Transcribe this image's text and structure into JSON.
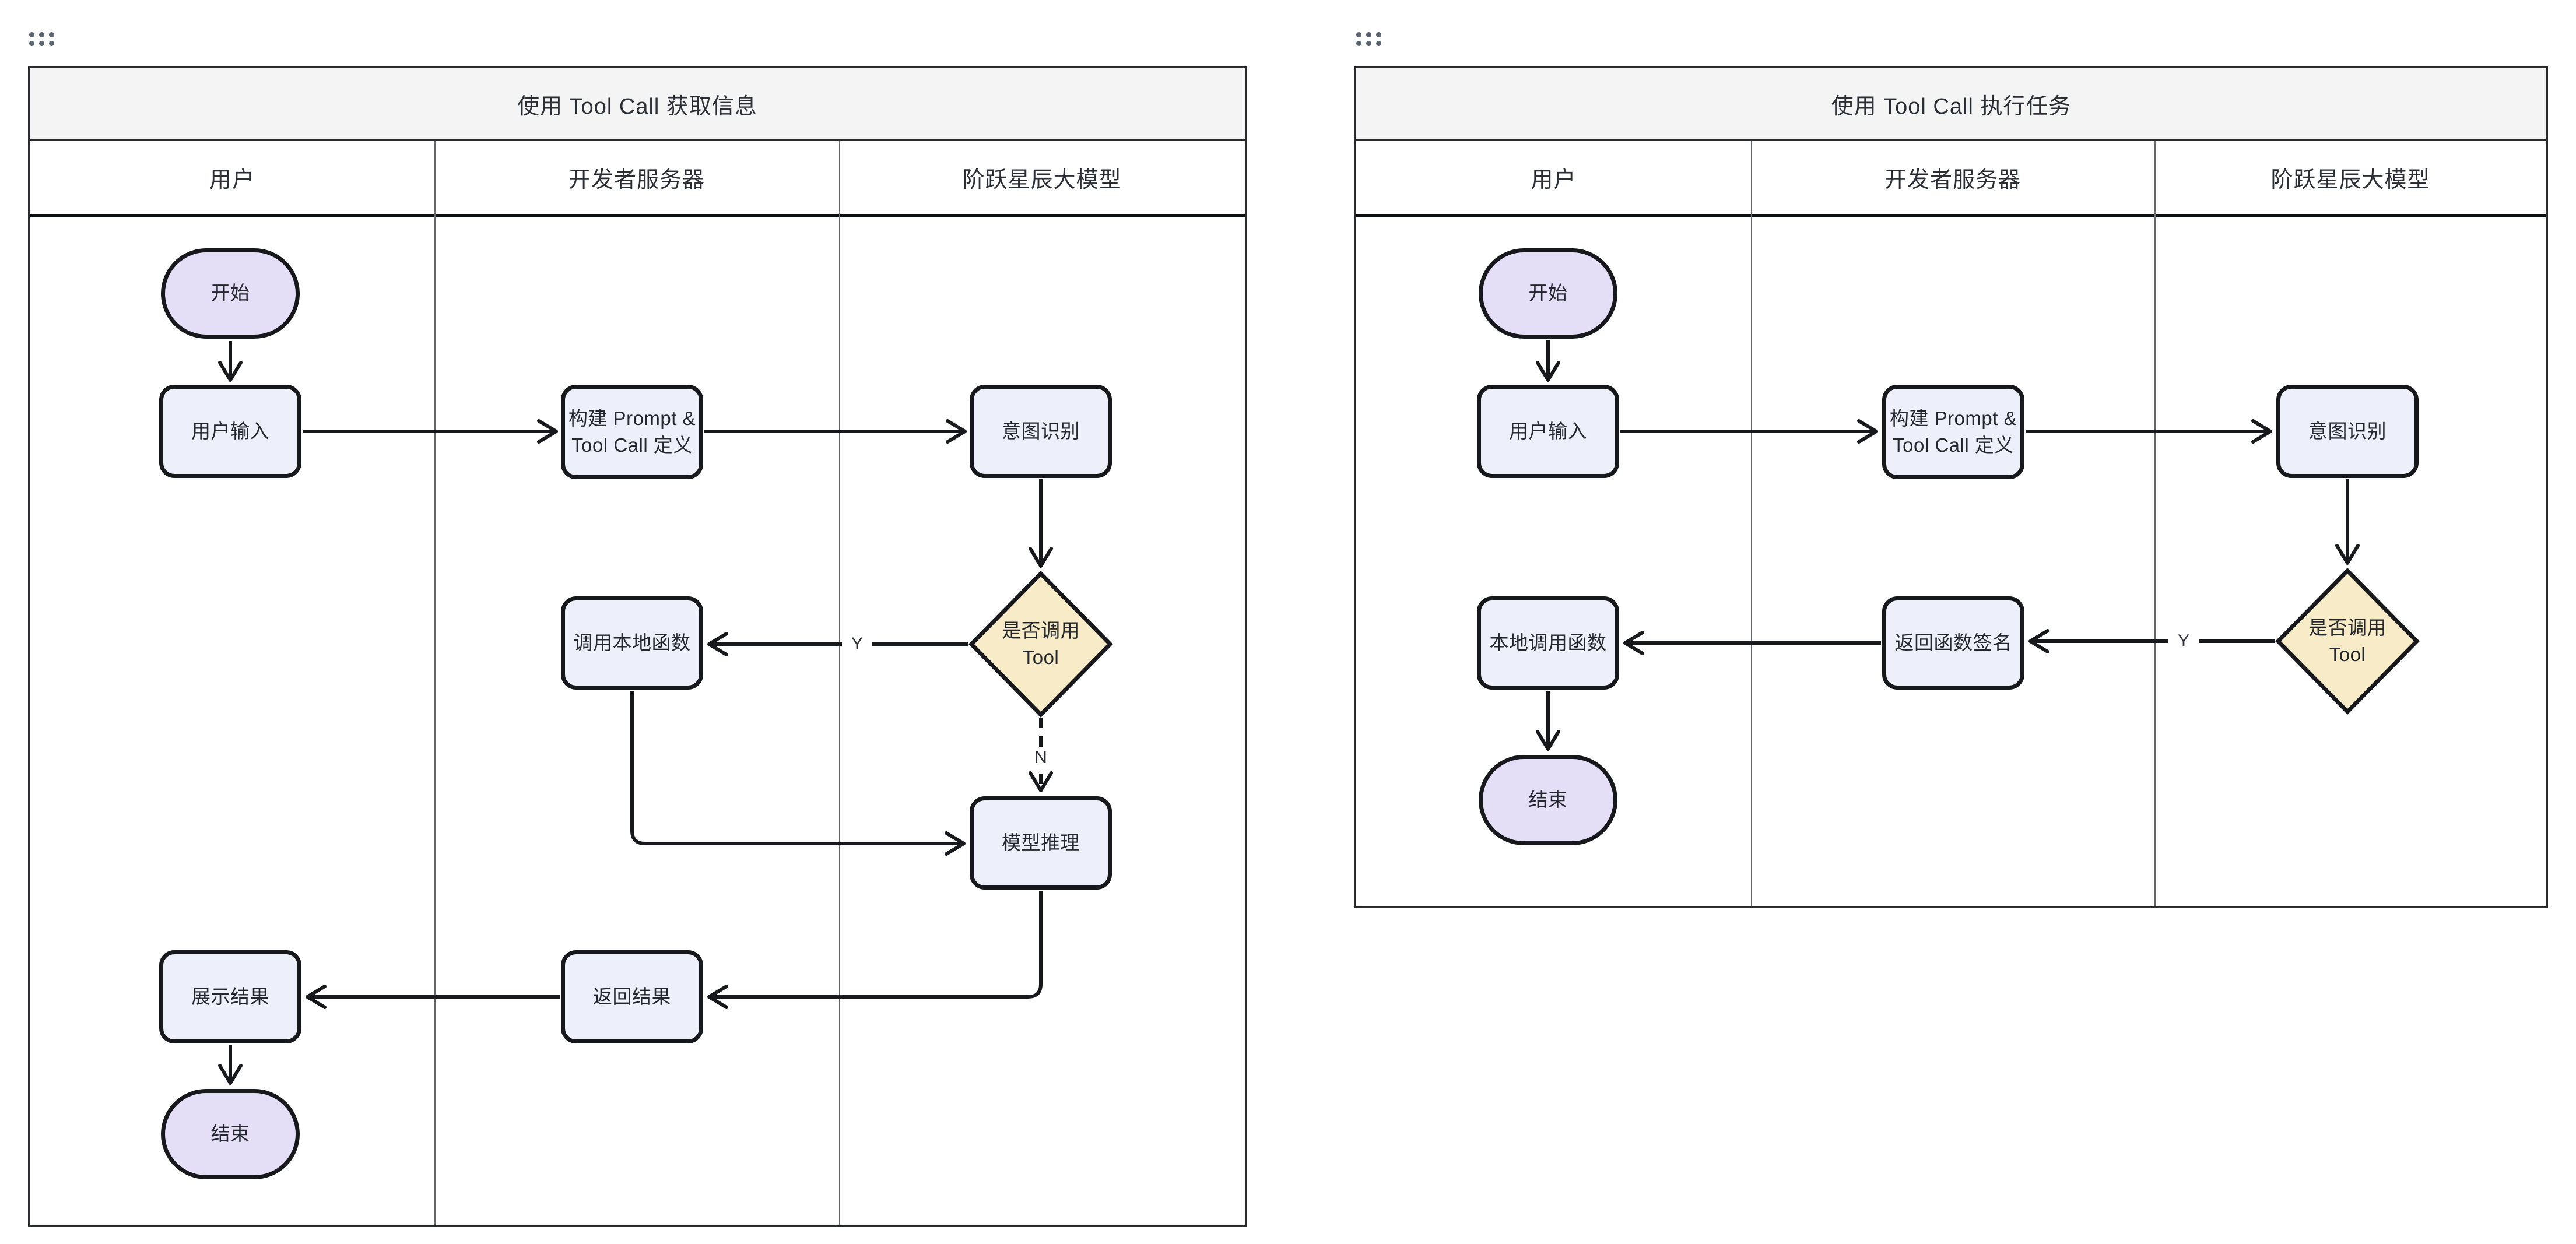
{
  "colors": {
    "process_fill": "#edf0fa",
    "terminal_fill": "#e4def7",
    "decision_fill": "#f8ecc8",
    "node_border": "#17181c",
    "title_bar_fill": "#f4f4f4",
    "panel_border": "#2a2b2e",
    "lane_divider": "#63666c",
    "handle_dot": "#5b6470"
  },
  "diagrams": [
    {
      "title": "使用 Tool Call 获取信息",
      "lanes": [
        "用户",
        "开发者服务器",
        "阶跃星辰大模型"
      ],
      "nodes": {
        "start": "开始",
        "user_input": "用户输入",
        "build_prompt": "构建 Prompt &\nTool Call 定义",
        "intent": "意图识别",
        "decision": "是否调用\nTool",
        "call_local_fn": "调用本地函数",
        "model_inference": "模型推理",
        "return_result": "返回结果",
        "show_result": "展示结果",
        "end": "结束"
      },
      "edge_labels": {
        "yes": "Y",
        "no": "N"
      }
    },
    {
      "title": "使用 Tool Call 执行任务",
      "lanes": [
        "用户",
        "开发者服务器",
        "阶跃星辰大模型"
      ],
      "nodes": {
        "start": "开始",
        "user_input": "用户输入",
        "build_prompt": "构建 Prompt &\nTool Call 定义",
        "intent": "意图识别",
        "decision": "是否调用\nTool",
        "return_fn_signature": "返回函数签名",
        "local_call_fn": "本地调用函数",
        "end": "结束"
      },
      "edge_labels": {
        "yes": "Y"
      }
    }
  ]
}
